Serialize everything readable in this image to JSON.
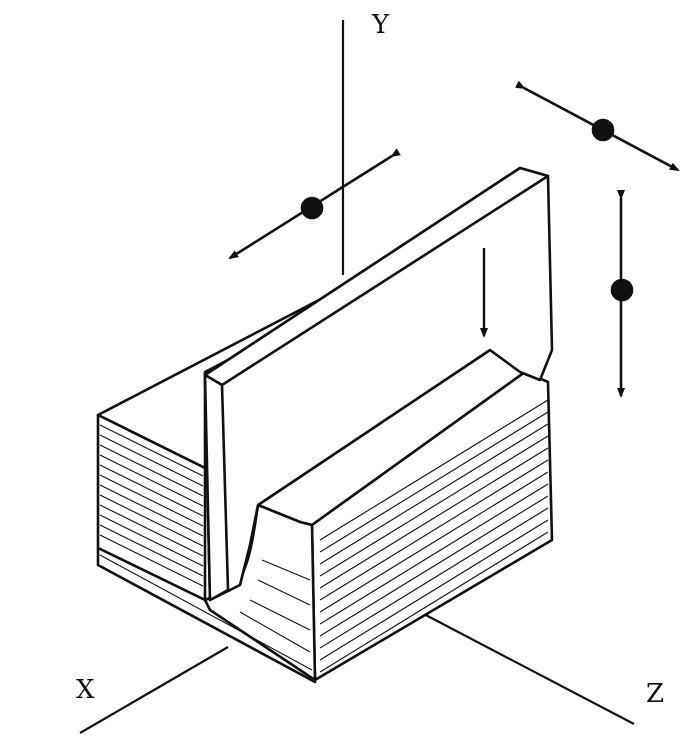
{
  "axes": {
    "x": "X",
    "y": "Y",
    "z": "Z"
  },
  "colors": {
    "ink": "#111111",
    "paper": "#ffffff"
  }
}
